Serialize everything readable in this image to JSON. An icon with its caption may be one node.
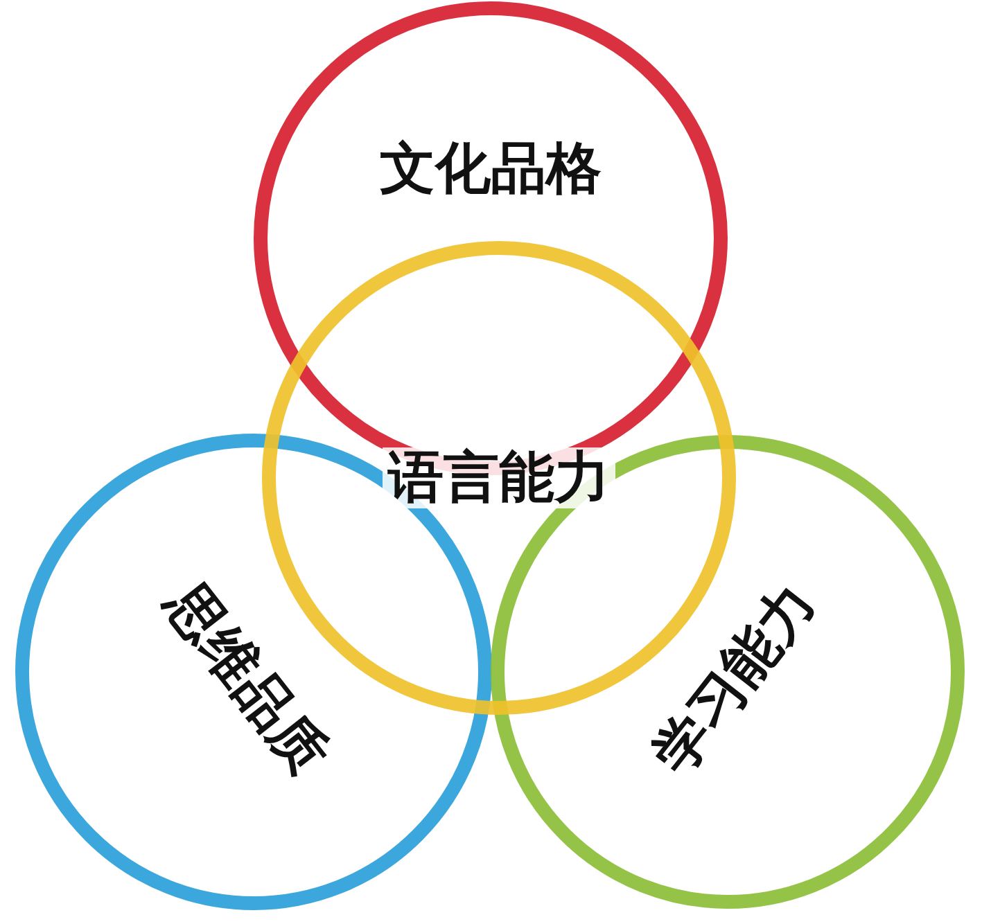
{
  "diagram": {
    "nodes": [
      {
        "text": [
          "文化品格"
        ]
      },
      {
        "text": [
          "语言能力"
        ]
      },
      {
        "text": [
          "思维品质"
        ]
      },
      {
        "text": [
          "学习能力"
        ]
      }
    ]
  }
}
